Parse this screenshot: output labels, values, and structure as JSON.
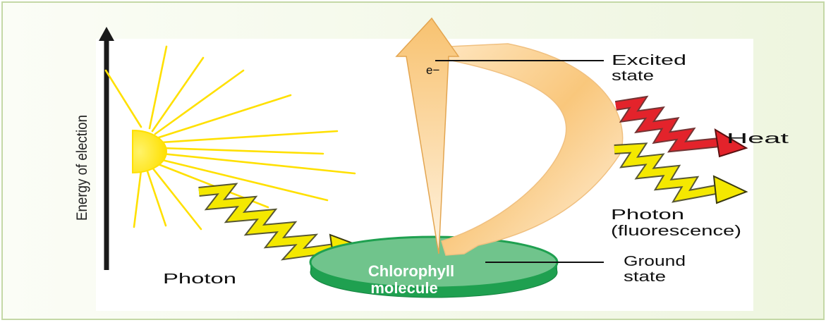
{
  "axis": {
    "label": "Energy of election"
  },
  "labels": {
    "electron": "e−",
    "excited_line1": "Excited",
    "excited_line2": "state",
    "heat": "Heat",
    "photon_out_line1": "Photon",
    "photon_out_line2": "(fluorescence)",
    "ground_line1": "Ground",
    "ground_line2": "state",
    "photon_in": "Photon",
    "chlorophyll_line1": "Chlorophyll",
    "chlorophyll_line2": "molecule"
  },
  "colors": {
    "frame_border": "#c4d8a6",
    "frame_fill": "#f7faef",
    "sun": "#ffe000",
    "photon_bolt": "#f4e800",
    "heat_bolt": "#e3232b",
    "arrow_light": "#fff1da",
    "arrow_dark": "#f8c270",
    "disc_top": "#70c48c",
    "disc_side": "#1fa050"
  }
}
